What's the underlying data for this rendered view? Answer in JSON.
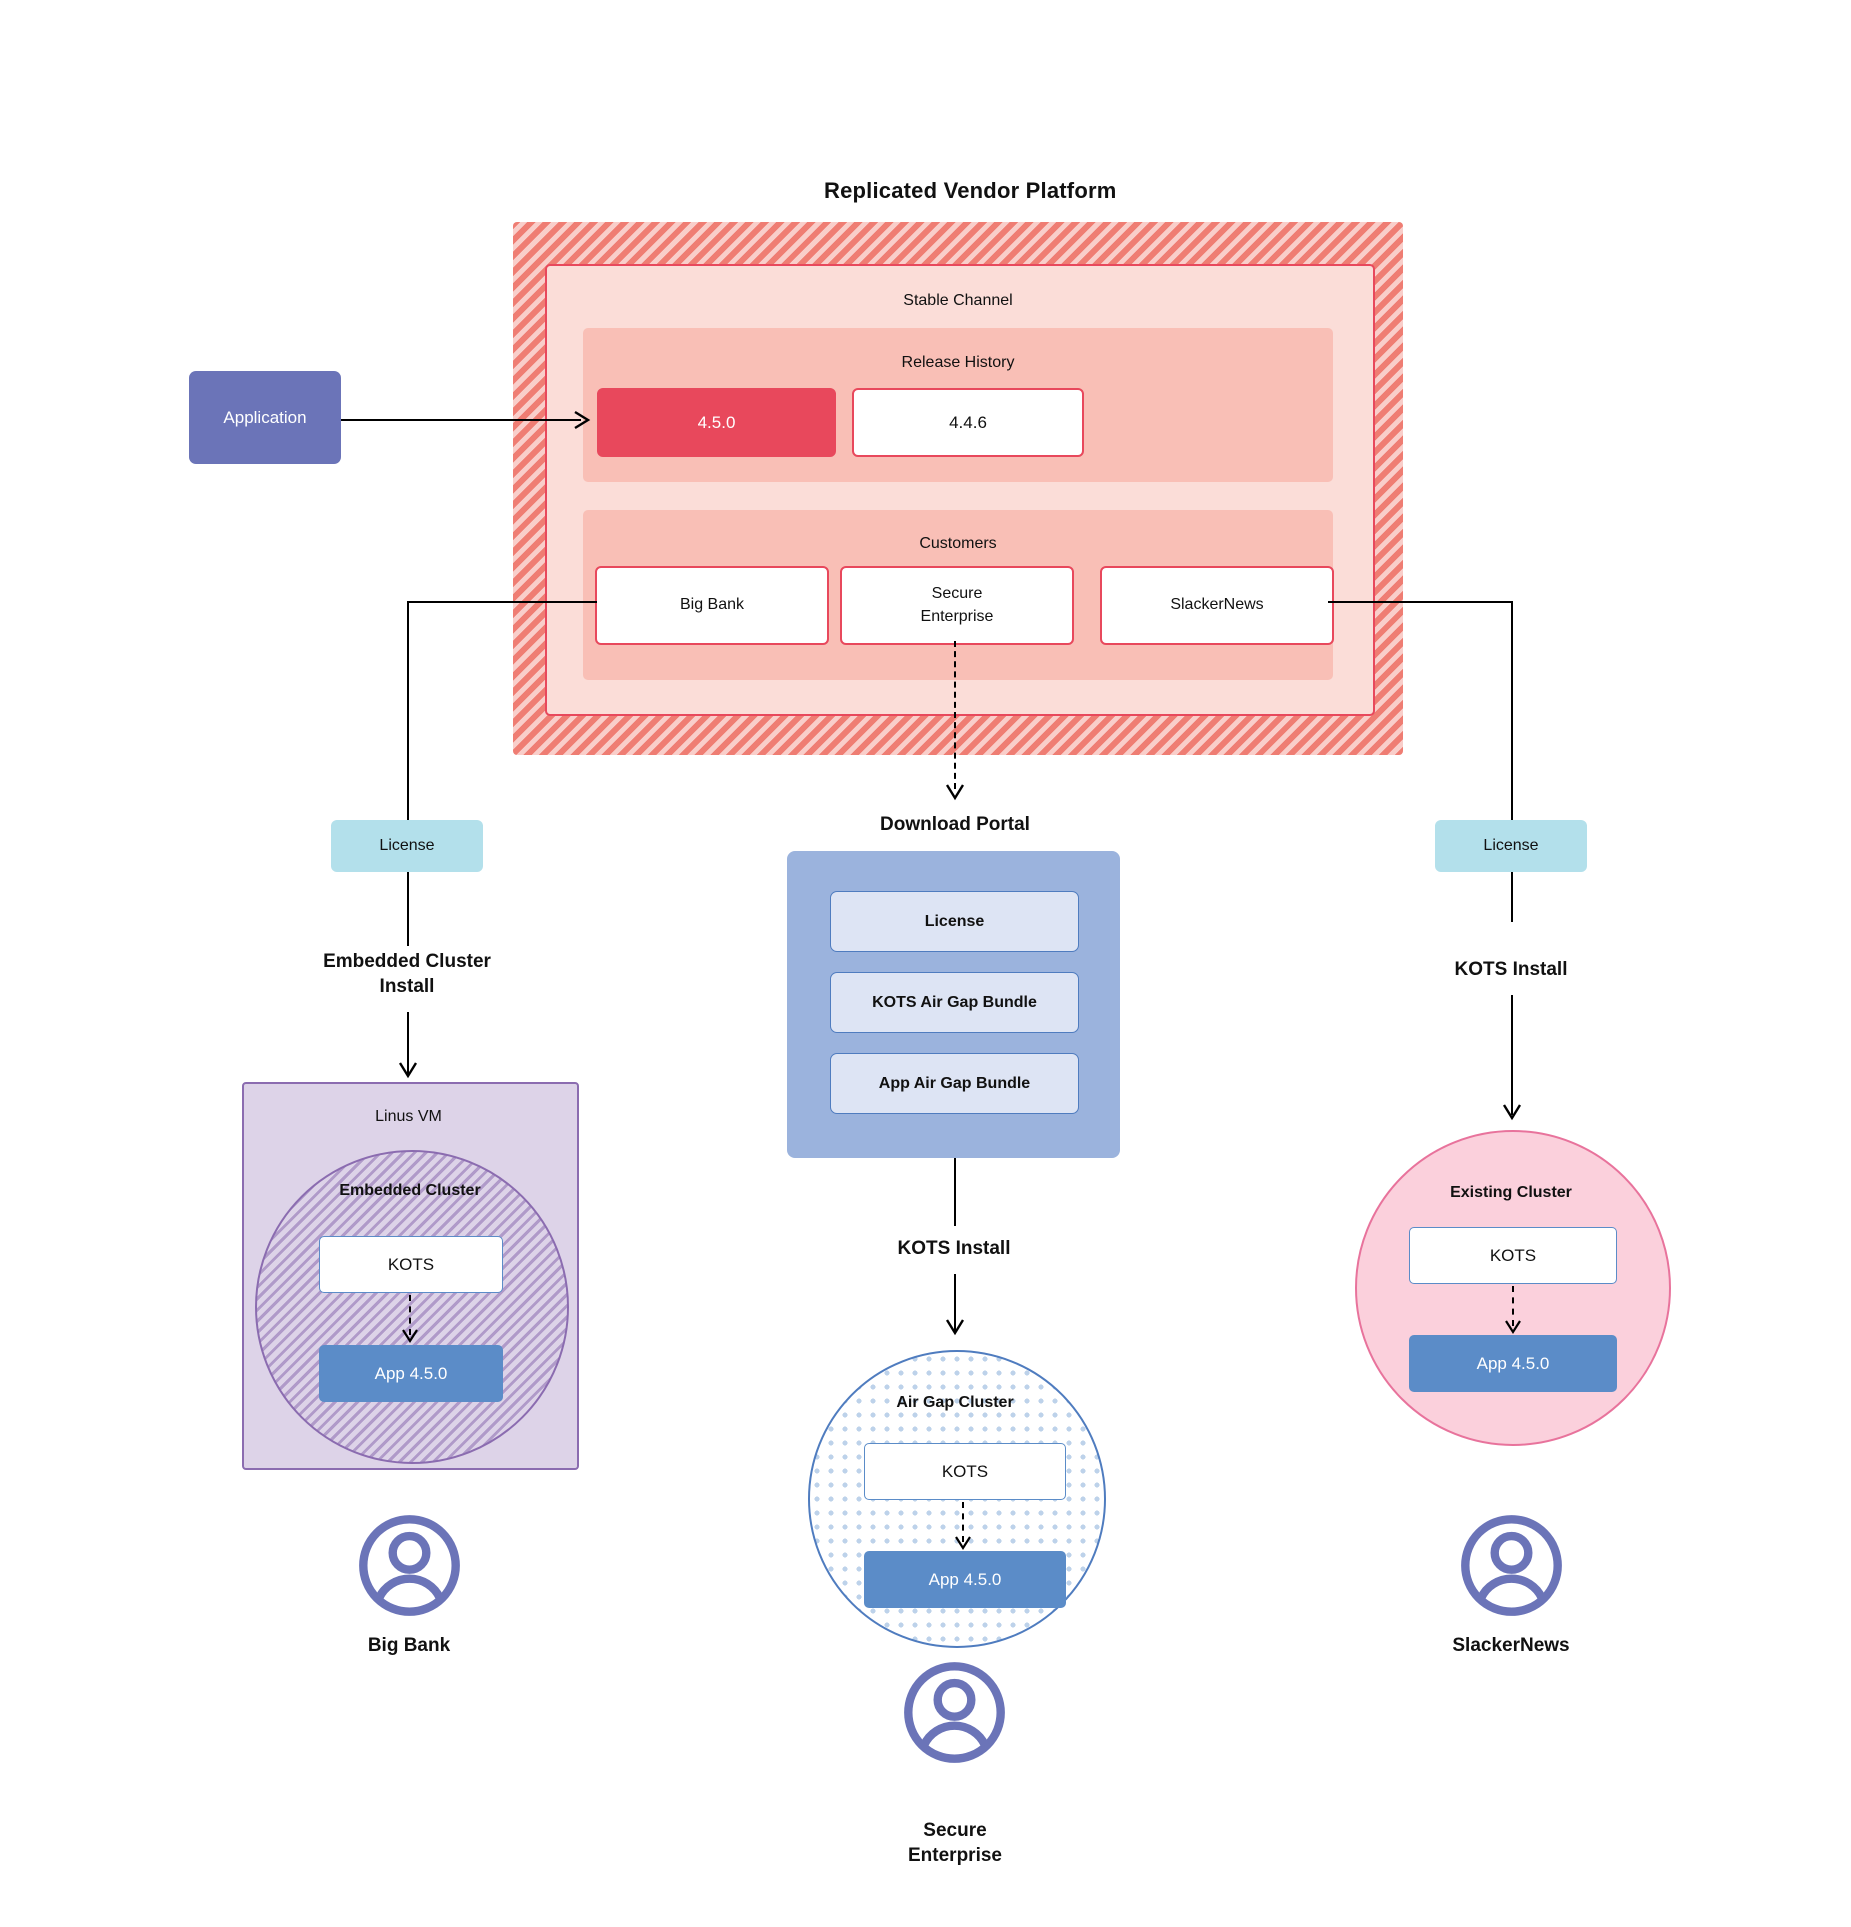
{
  "diagram": {
    "platform": {
      "title": "Replicated Vendor Platform",
      "channel_title": "Stable Channel",
      "release_history": {
        "title": "Release History",
        "releases": [
          {
            "version": "4.5.0",
            "state": "current"
          },
          {
            "version": "4.4.6",
            "state": "previous"
          }
        ]
      },
      "customers": {
        "title": "Customers",
        "items": [
          {
            "name": "Big Bank"
          },
          {
            "name": "Secure\nEnterprise"
          },
          {
            "name": "SlackerNews"
          }
        ]
      }
    },
    "application_node": {
      "label": "Application"
    },
    "branches": {
      "left": {
        "license_label": "License",
        "install_label": "Embedded Cluster\nInstall",
        "vm_label": "Linus VM",
        "cluster_label": "Embedded Cluster",
        "kots_label": "KOTS",
        "app_label": "App 4.5.0",
        "customer_label": "Big Bank"
      },
      "center": {
        "portal_title": "Download  Portal",
        "portal_items": [
          "License",
          "KOTS Air Gap Bundle",
          "App Air Gap Bundle"
        ],
        "install_label": "KOTS Install",
        "cluster_label": "Air Gap Cluster",
        "kots_label": "KOTS",
        "app_label": "App 4.5.0",
        "customer_label": "Secure\nEnterprise"
      },
      "right": {
        "license_label": "License",
        "install_label": "KOTS Install",
        "cluster_label": "Existing Cluster",
        "kots_label": "KOTS",
        "app_label": "App 4.5.0",
        "customer_label": "SlackerNews"
      }
    },
    "colors": {
      "platform_hatch": "#ef7d73",
      "channel_bg": "#fbddd8",
      "group_bg": "#f9bfb6",
      "accent_red": "#e8485c",
      "application_blue": "#6b74b8",
      "license_teal": "#b3e0eb",
      "portal_blue": "#9bb3dd",
      "kots_border": "#5b8cc8",
      "app_blue": "#5b8cc8",
      "vm_purple": "#8b6cb0",
      "vm_bg": "#ddd3e8",
      "existing_pink": "#fbd0dc",
      "existing_pink_border": "#e8739c",
      "avatar_blue": "#6b74b8"
    }
  }
}
